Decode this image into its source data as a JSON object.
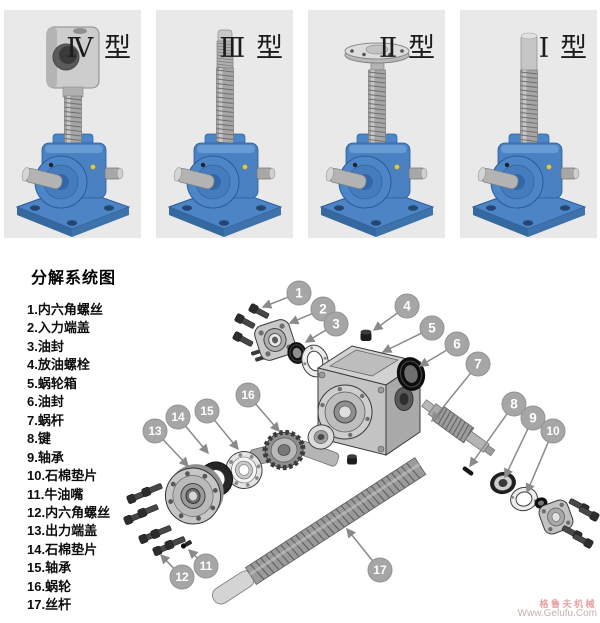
{
  "product_types": [
    {
      "label": "Ⅳ 型"
    },
    {
      "label": "Ⅲ 型"
    },
    {
      "label": "Ⅱ 型"
    },
    {
      "label": "Ⅰ 型"
    }
  ],
  "diagram": {
    "title": "分解系统图",
    "parts": [
      {
        "num": "1",
        "label": "1.内六角螺丝"
      },
      {
        "num": "2",
        "label": "2.入力端盖"
      },
      {
        "num": "3",
        "label": "3.油封"
      },
      {
        "num": "4",
        "label": "4.放油螺栓"
      },
      {
        "num": "5",
        "label": "5.蜗轮箱"
      },
      {
        "num": "6",
        "label": "6.油封"
      },
      {
        "num": "7",
        "label": "7.蜗杆"
      },
      {
        "num": "8",
        "label": "8.键"
      },
      {
        "num": "9",
        "label": "9.轴承"
      },
      {
        "num": "10",
        "label": "10.石棉垫片"
      },
      {
        "num": "11",
        "label": "11.牛油嘴"
      },
      {
        "num": "12",
        "label": "12.内六角螺丝"
      },
      {
        "num": "13",
        "label": "13.出力端盖"
      },
      {
        "num": "14",
        "label": "14.石棉垫片"
      },
      {
        "num": "15",
        "label": "15.轴承"
      },
      {
        "num": "16",
        "label": "16.蜗轮"
      },
      {
        "num": "17",
        "label": "17.丝杆"
      }
    ]
  },
  "watermark": {
    "line1": "格鲁夫机械",
    "line2": "Www.Gelufu.Com"
  },
  "colors": {
    "jack_blue": "#4a81c3",
    "panel_bg": "#e9e9e9",
    "callout_gray": "#a6a6a6",
    "watermark_pink": "#e89f9f"
  }
}
